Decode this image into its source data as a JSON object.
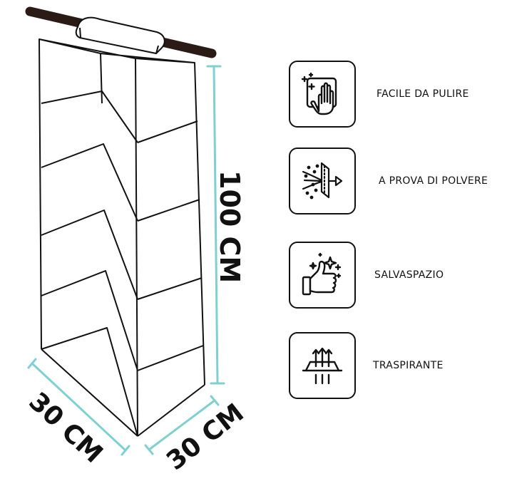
{
  "dimensions": {
    "height_label": "100 CM",
    "width_label": "30 CM",
    "depth_label": "30 CM"
  },
  "features": [
    {
      "icon": "wipe-clean-icon",
      "label": "FACILE DA PULIRE"
    },
    {
      "icon": "dust-proof-icon",
      "label": "A PROVA DI POLVERE"
    },
    {
      "icon": "thumbs-up-sparkle-icon",
      "label": "SALVASPAZIO"
    },
    {
      "icon": "breathable-icon",
      "label": "TRASPIRANTE"
    }
  ],
  "colors": {
    "measure_line": "#7fd0cf",
    "outline": "#111111",
    "rod": "#2a1b16"
  }
}
